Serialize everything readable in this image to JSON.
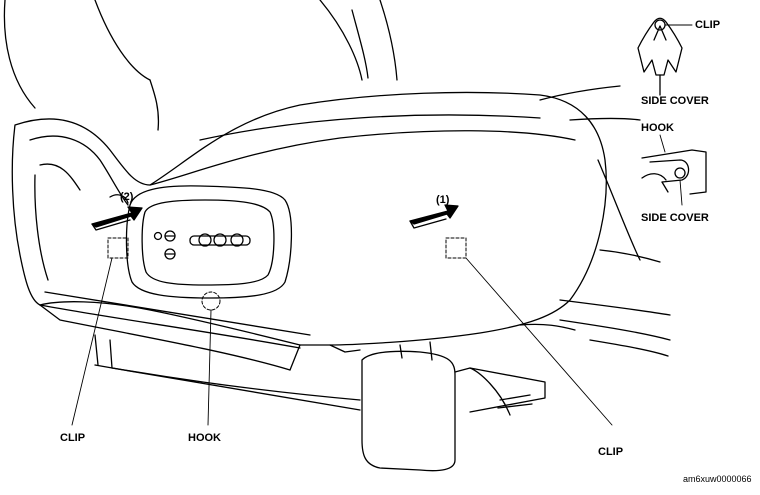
{
  "callouts": {
    "step1": "(1)",
    "step2": "(2)",
    "clip_bottom_left": "CLIP",
    "hook_bottom": "HOOK",
    "clip_bottom_right": "CLIP"
  },
  "inset_clip": {
    "clip_label": "CLIP",
    "side_cover_label": "SIDE COVER"
  },
  "inset_hook": {
    "hook_label": "HOOK",
    "side_cover_label": "SIDE COVER"
  },
  "figure_ref": "am6xuw0000066"
}
